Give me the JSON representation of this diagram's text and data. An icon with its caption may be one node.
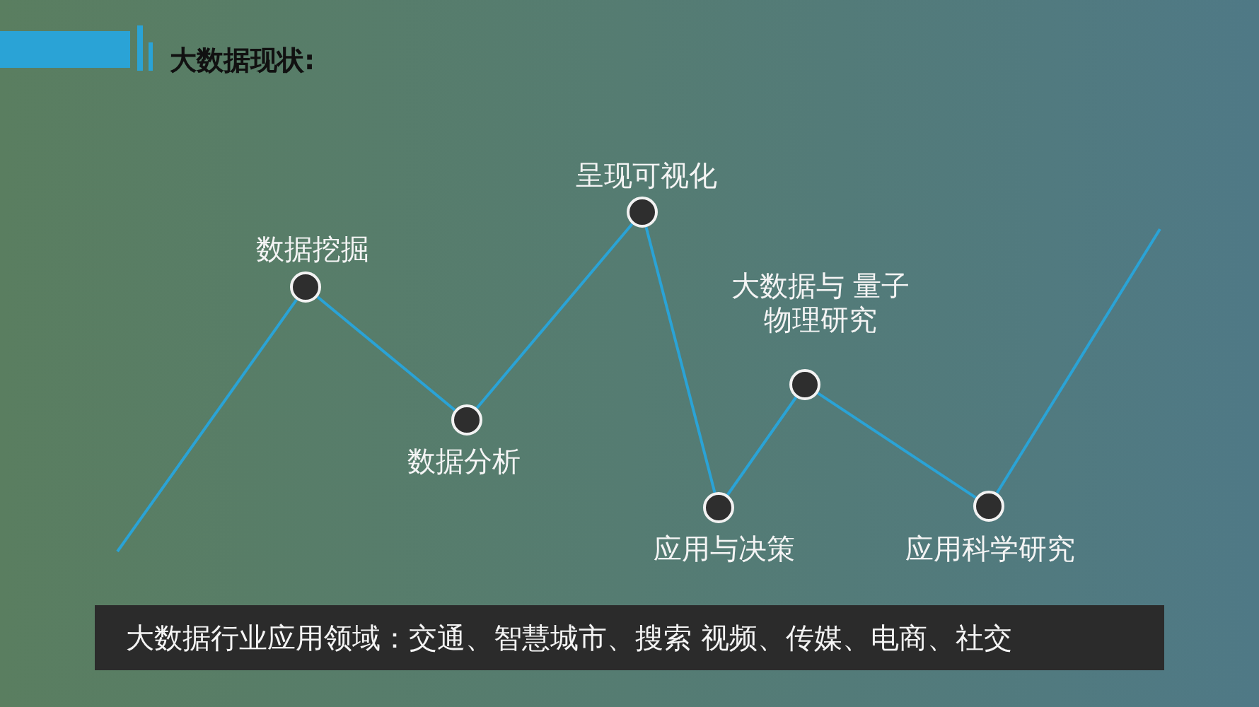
{
  "diagram": {
    "title": "大数据现状:",
    "nodes": [
      {
        "text": [],
        "shape": "circle",
        "beside": [
          "数据挖掘"
        ]
      },
      {
        "text": [],
        "shape": "circle",
        "beside": [
          "数据分析"
        ]
      },
      {
        "text": [],
        "shape": "circle",
        "beside": [
          "呈现可视化"
        ]
      },
      {
        "text": [],
        "shape": "circle",
        "beside": [
          "应用与决策"
        ]
      },
      {
        "text": [],
        "shape": "circle",
        "beside": [
          "大数据与 量子物理研究"
        ]
      },
      {
        "text": [],
        "shape": "circle",
        "beside": [
          "应用科学研究"
        ]
      }
    ],
    "edges": [
      {
        "from": null,
        "to": 0,
        "arrow": "none"
      },
      {
        "from": 0,
        "to": 1,
        "arrow": "none"
      },
      {
        "from": 1,
        "to": 2,
        "arrow": "none"
      },
      {
        "from": 2,
        "to": 3,
        "arrow": "none"
      },
      {
        "from": 3,
        "to": 4,
        "arrow": "none"
      },
      {
        "from": 4,
        "to": 5,
        "arrow": "none"
      },
      {
        "from": 5,
        "to": null,
        "arrow": "none"
      }
    ],
    "labels": [
      "大数据行业应用领域：交通、智慧城市、搜索 视频、传媒、电商、社交"
    ]
  }
}
